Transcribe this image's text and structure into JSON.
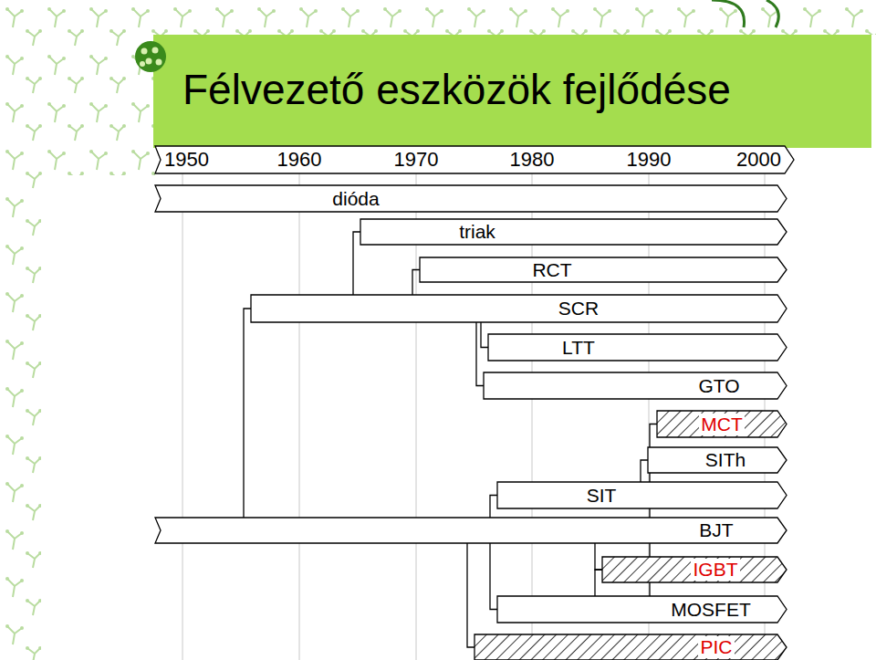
{
  "diagram": {
    "title": "Félvezető eszközök fejlődése",
    "nodes": [
      {
        "text": [
          "1950",
          "1960",
          "1970",
          "1980",
          "1990",
          "2000"
        ]
      },
      {
        "text": [
          "dióda"
        ]
      },
      {
        "text": [
          "triak"
        ]
      },
      {
        "text": [
          "RCT"
        ]
      },
      {
        "text": [
          "SCR"
        ]
      },
      {
        "text": [
          "LTT"
        ]
      },
      {
        "text": [
          "GTO"
        ]
      },
      {
        "text": [
          "MCT"
        ]
      },
      {
        "text": [
          "SITh"
        ]
      },
      {
        "text": [
          "SIT"
        ]
      },
      {
        "text": [
          "BJT"
        ]
      },
      {
        "text": [
          "IGBT"
        ]
      },
      {
        "text": [
          "MOSFET"
        ]
      },
      {
        "text": [
          "PIC"
        ]
      }
    ],
    "edges": [
      {
        "from": 10,
        "to": 4,
        "arrow": "none"
      },
      {
        "from": 4,
        "to": 2,
        "arrow": "none"
      },
      {
        "from": 4,
        "to": 3,
        "arrow": "none"
      },
      {
        "from": 4,
        "to": 5,
        "arrow": "none"
      },
      {
        "from": 4,
        "to": 6,
        "arrow": "none"
      },
      {
        "from": 10,
        "to": 9,
        "arrow": "none"
      },
      {
        "from": 9,
        "to": 8,
        "arrow": "none"
      },
      {
        "from": 10,
        "to": 12,
        "arrow": "none"
      },
      {
        "from": 12,
        "to": 11,
        "arrow": "none"
      },
      {
        "from": 10,
        "to": 11,
        "arrow": "none"
      },
      {
        "from": 12,
        "to": 7,
        "arrow": "none"
      },
      {
        "from": 10,
        "to": 13,
        "arrow": "none"
      }
    ]
  }
}
